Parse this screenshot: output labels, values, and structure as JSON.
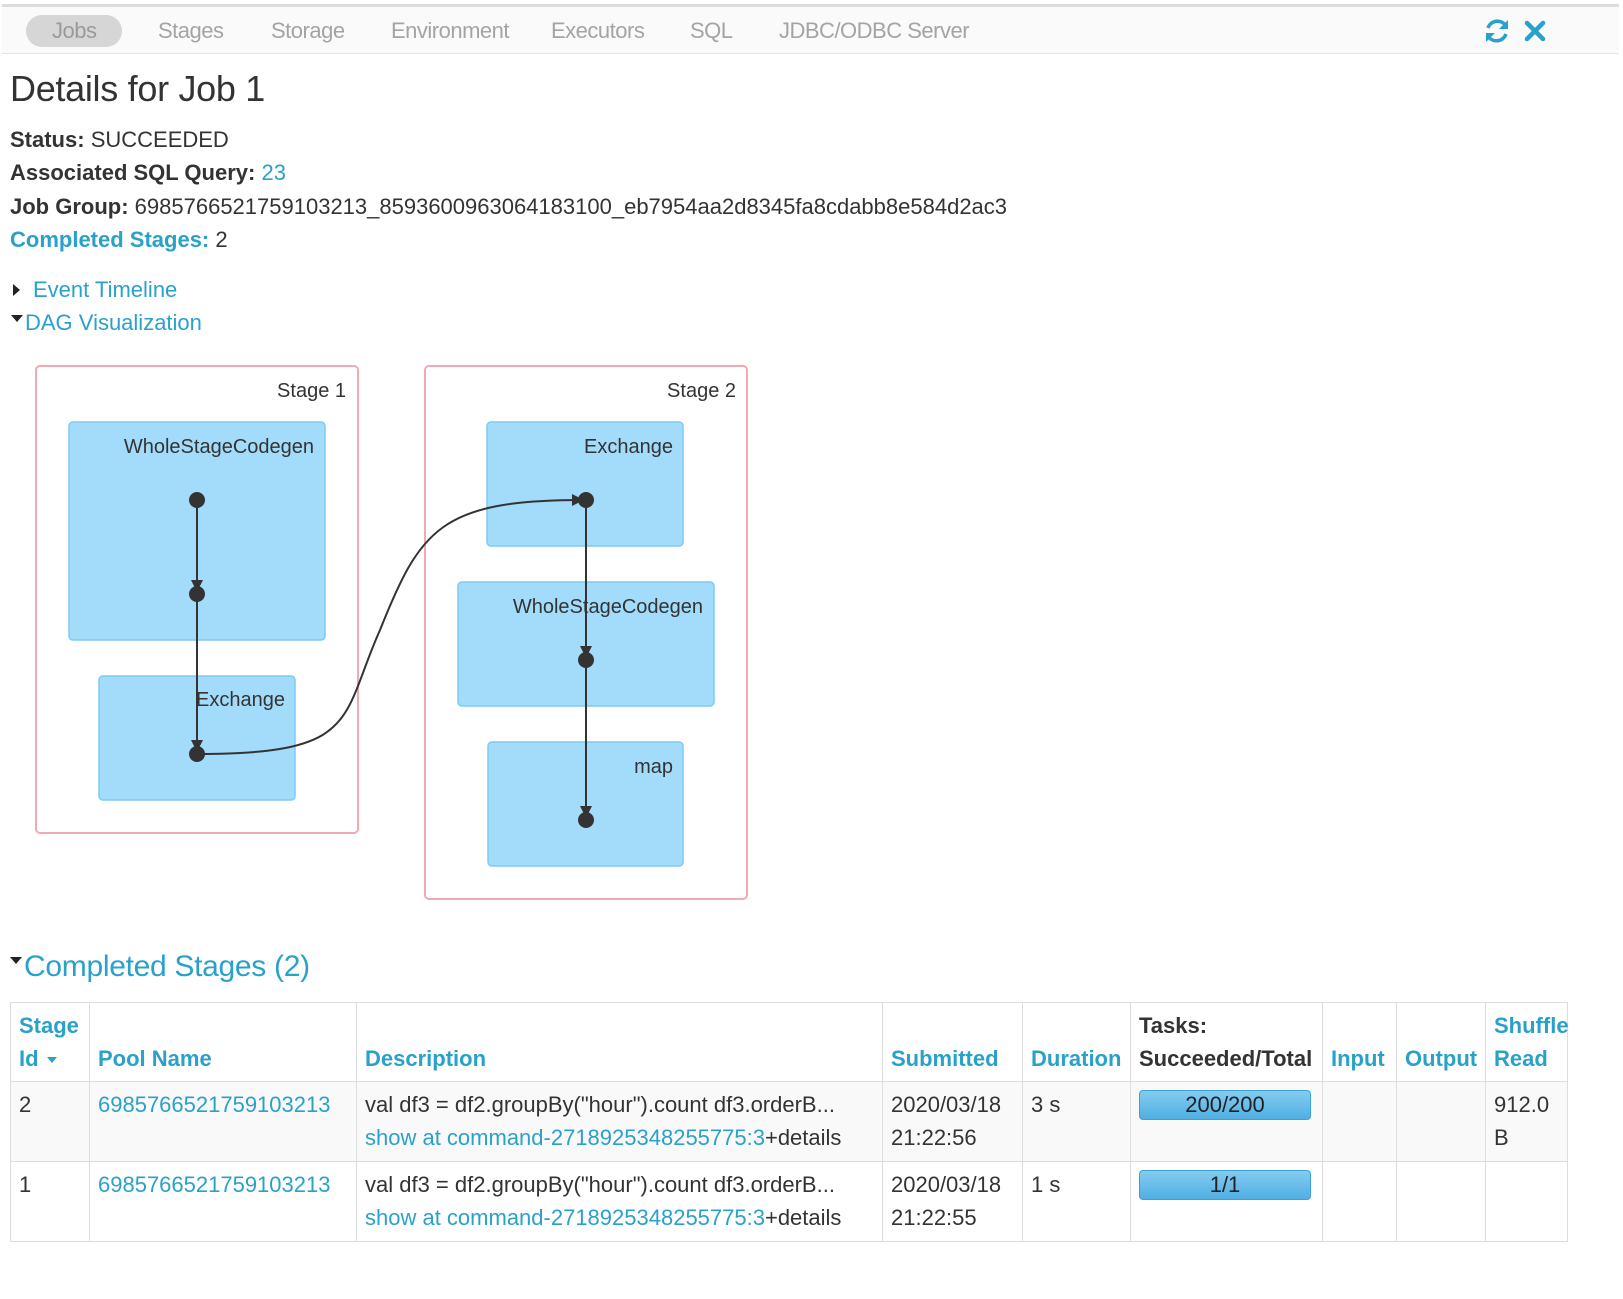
{
  "nav": {
    "tabs": [
      "Jobs",
      "Stages",
      "Storage",
      "Environment",
      "Executors",
      "SQL",
      "JDBC/ODBC Server"
    ],
    "active": "Jobs",
    "icons": [
      "refresh-icon",
      "close-icon"
    ],
    "accent": "#2aa1c9"
  },
  "header": {
    "title": "Details for Job 1",
    "status_label": "Status:",
    "status_value": "SUCCEEDED",
    "sql_label": "Associated SQL Query:",
    "sql_value": "23",
    "group_label": "Job Group:",
    "group_value": "6985766521759103213_8593600963064183100_eb7954aa2d8345fa8cdabb8e584d2ac3",
    "completed_label": "Completed Stages:",
    "completed_value": "2"
  },
  "toggles": {
    "event_timeline": "Event Timeline",
    "dag_visualization": "DAG Visualization"
  },
  "dag": {
    "stages": [
      {
        "label": "Stage 1",
        "nodes": [
          "WholeStageCodegen",
          "Exchange"
        ]
      },
      {
        "label": "Stage 2",
        "nodes": [
          "Exchange",
          "WholeStageCodegen",
          "map"
        ]
      }
    ],
    "stage_border_color": "#f2a9b6",
    "node_fill_color": "#a3dcfb"
  },
  "completed_stages": {
    "title": "Completed Stages (2)",
    "headers": {
      "stage_id": [
        "Stage",
        "Id"
      ],
      "pool_name": "Pool Name",
      "description": "Description",
      "submitted": "Submitted",
      "duration": "Duration",
      "tasks": [
        "Tasks:",
        "Succeeded/Total"
      ],
      "input": "Input",
      "output": "Output",
      "shuffle_read": [
        "Shuffle",
        "Read"
      ]
    },
    "rows": [
      {
        "stage_id": "2",
        "pool_name": "6985766521759103213",
        "description": "val df3 = df2.groupBy(\"hour\").count df3.orderB...",
        "description_link": "show at command-2718925348255775:3",
        "details": "+details",
        "submitted_date": "2020/03/18",
        "submitted_time": "21:22:56",
        "duration": "3 s",
        "tasks": "200/200",
        "tasks_progress": 1.0,
        "input": "",
        "output": "",
        "shuffle_read_1": "912.0",
        "shuffle_read_2": "B"
      },
      {
        "stage_id": "1",
        "pool_name": "6985766521759103213",
        "description": "val df3 = df2.groupBy(\"hour\").count df3.orderB...",
        "description_link": "show at command-2718925348255775:3",
        "details": "+details",
        "submitted_date": "2020/03/18",
        "submitted_time": "21:22:55",
        "duration": "1 s",
        "tasks": "1/1",
        "tasks_progress": 1.0,
        "input": "",
        "output": "",
        "shuffle_read_1": "",
        "shuffle_read_2": ""
      }
    ]
  }
}
